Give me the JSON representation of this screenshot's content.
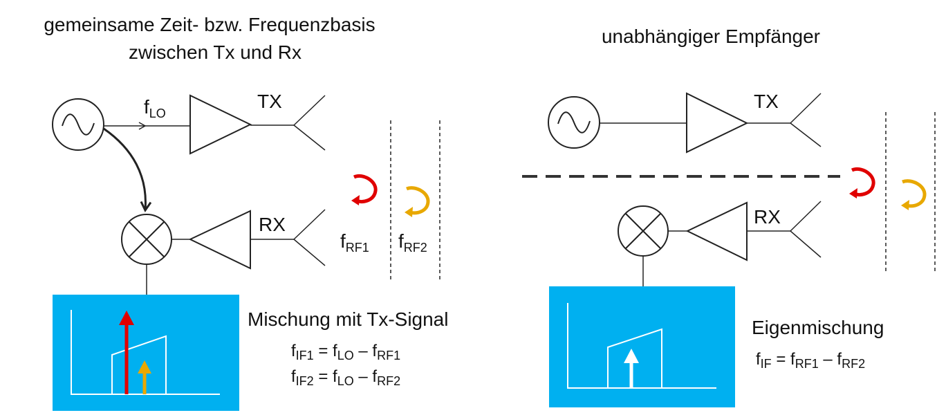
{
  "left": {
    "title_line1": "gemeinsame Zeit- bzw. Frequenzbasis",
    "title_line2": "zwischen Tx und Rx",
    "lo_label": "f",
    "lo_sub": "LO",
    "tx_label": "TX",
    "rx_label": "RX",
    "rf1_label": "f",
    "rf1_sub": "RF1",
    "rf2_label": "f",
    "rf2_sub": "RF2",
    "mixing_label": "Mischung mit Tx-Signal",
    "eq1": {
      "lhs": "f",
      "lhs_sub": "IF1",
      "eq": " = ",
      "a": "f",
      "a_sub": "LO",
      "minus": " – ",
      "b": "f",
      "b_sub": "RF1"
    },
    "eq2": {
      "lhs": "f",
      "lhs_sub": "IF2",
      "eq": " = ",
      "a": "f",
      "a_sub": "LO",
      "minus": " – ",
      "b": "f",
      "b_sub": "RF2"
    }
  },
  "right": {
    "title": "unabhängiger Empfänger",
    "tx_label": "TX",
    "rx_label": "RX",
    "mixing_label": "Eigenmischung",
    "eq": {
      "lhs": "f",
      "lhs_sub": "IF",
      "eq": " = ",
      "a": "f",
      "a_sub": "RF1",
      "minus": " – ",
      "b": "f",
      "b_sub": "RF2"
    }
  },
  "colors": {
    "spectrum_box": "#00B0F0",
    "target_red": "#E00000",
    "target_orange": "#E8A800",
    "lines": "#222222"
  }
}
